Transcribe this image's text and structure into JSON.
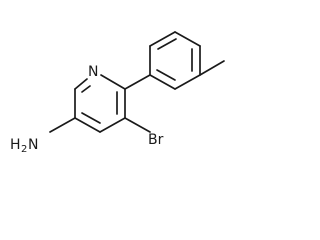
{
  "molecule": {
    "atoms": {
      "nitrogen": "N",
      "bromine": "Br",
      "amine_h": "H",
      "amine_subscript": "2",
      "amine_n": "N"
    }
  }
}
